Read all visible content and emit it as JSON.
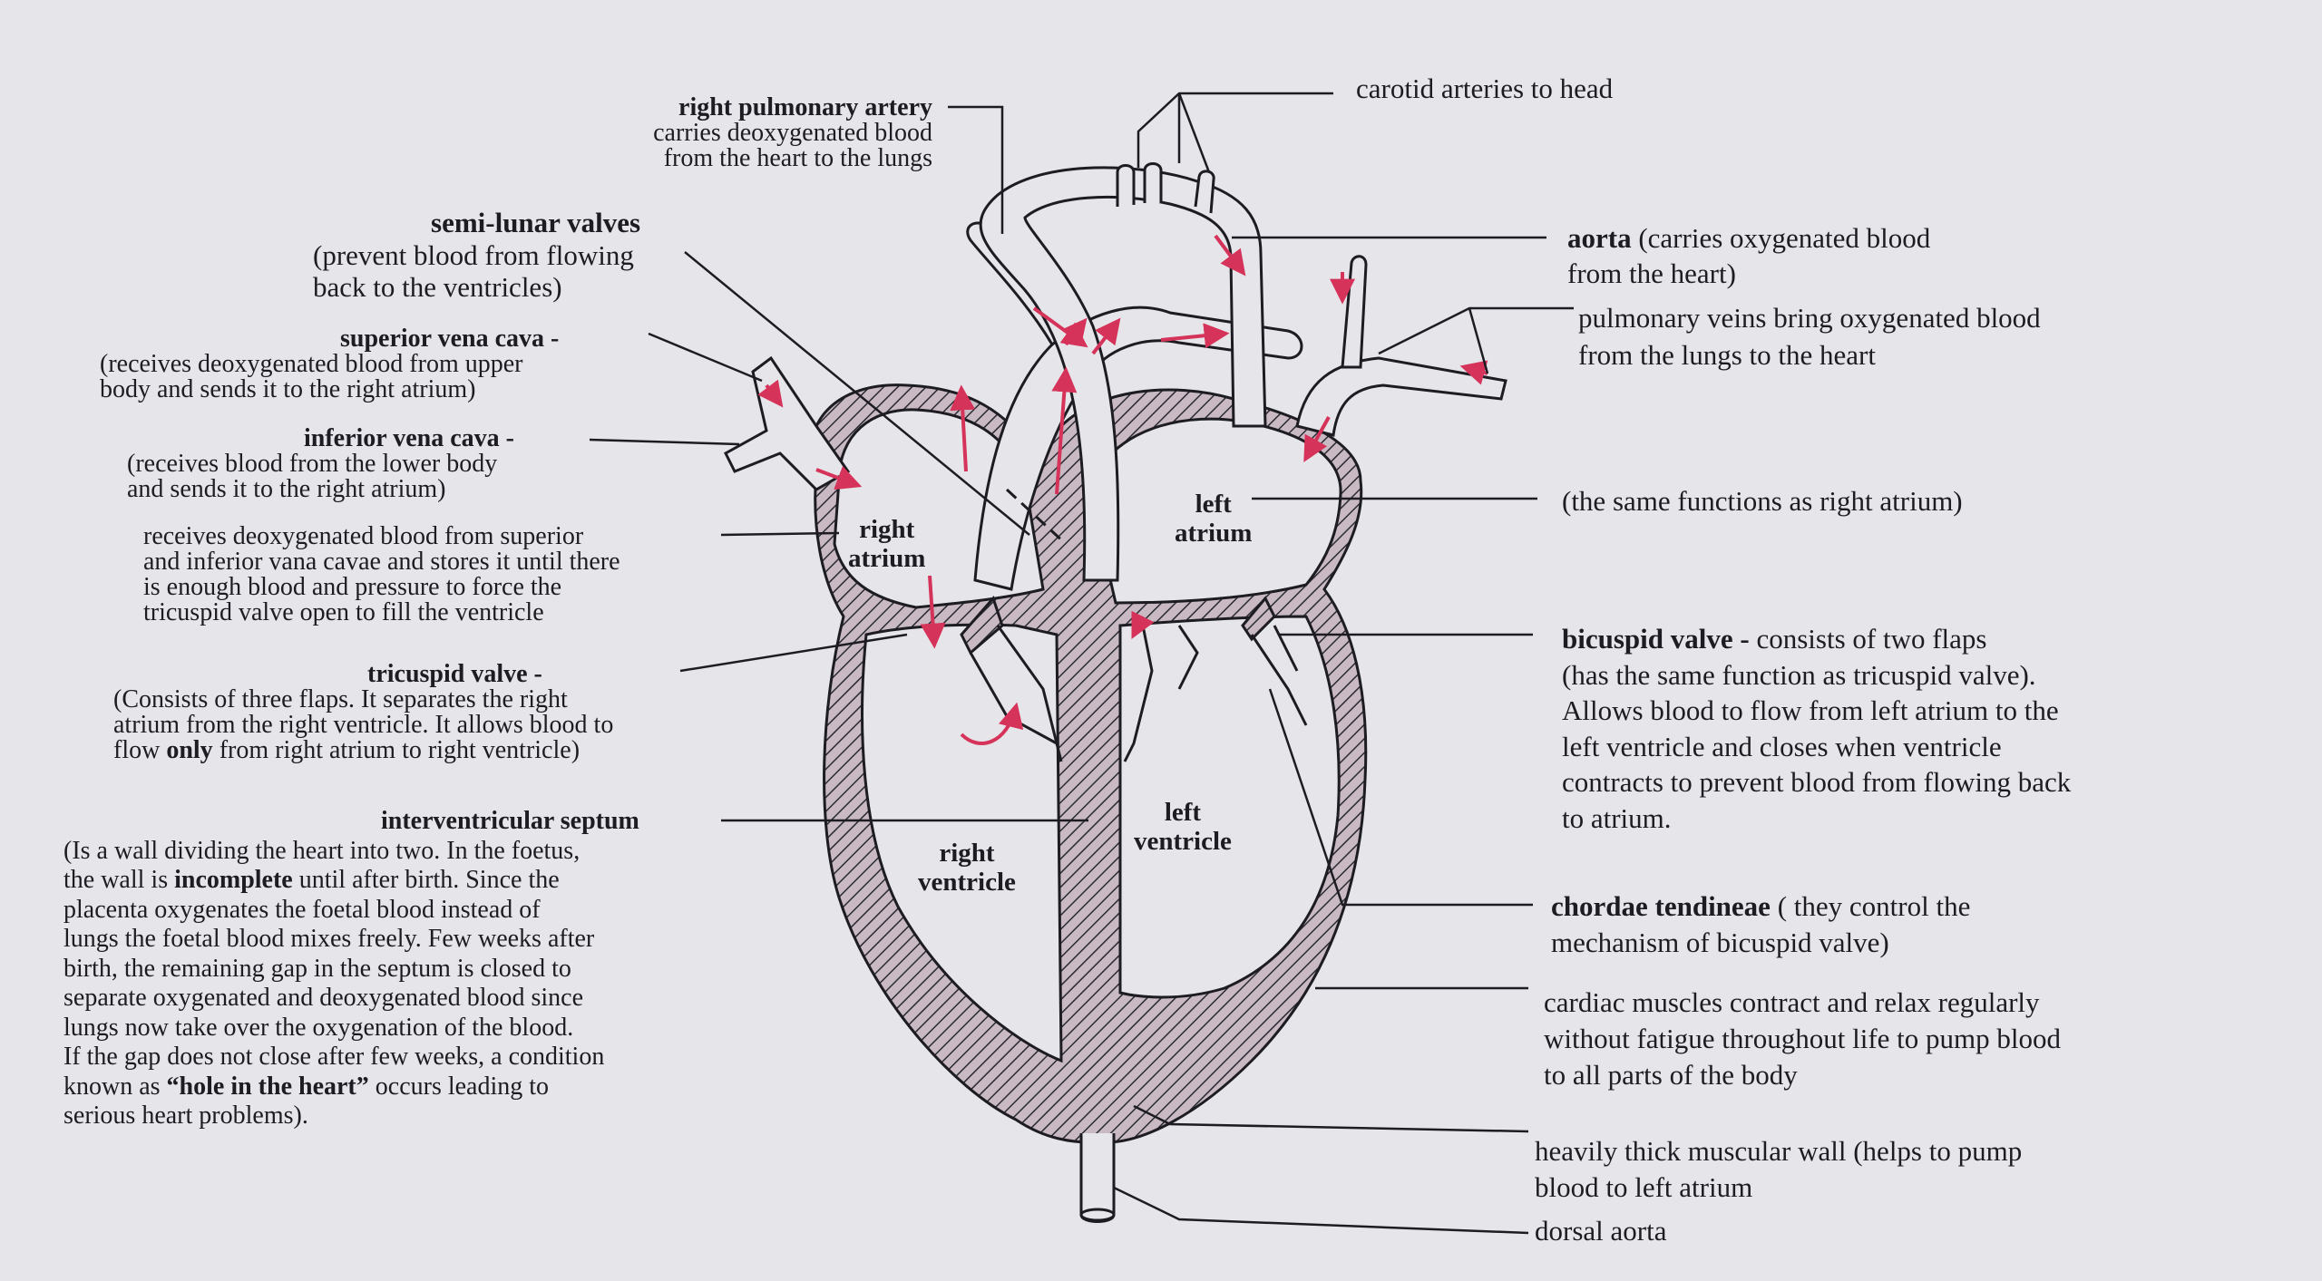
{
  "diagram": {
    "colors": {
      "background": "#e6e5ea",
      "ink": "#1c1c22",
      "wall_fill": "#c8b9c2",
      "arrow_red": "#d6335a"
    },
    "labels": {
      "carotid": "carotid arteries to head",
      "rpa_title": "right pulmonary artery",
      "rpa_line1": "carries deoxygenated blood",
      "rpa_line2": "from the heart to the lungs",
      "semilunar_title": "semi-lunar valves",
      "semilunar_line1": "(prevent blood from flowing",
      "semilunar_line2": "back to the ventricles)",
      "svc_title": "superior vena cava -",
      "svc_line1": "(receives deoxygenated blood from upper",
      "svc_line2": "body and sends it to the right atrium)",
      "ivc_title": "inferior vena cava -",
      "ivc_line1": "(receives blood from the lower body",
      "ivc_line2": "and sends it to the right atrium)",
      "ra_desc_line1": "receives deoxygenated blood from superior",
      "ra_desc_line2": "and inferior vana cavae and stores it until there",
      "ra_desc_line3": "is enough blood and pressure to force the",
      "ra_desc_line4": "tricuspid valve open to fill the ventricle",
      "tricuspid_title": "tricuspid valve -",
      "tricuspid_line1": "(Consists of three flaps. It separates the right",
      "tricuspid_line2": "atrium from the right ventricle. It allows blood to",
      "tricuspid_line3_pre": "flow ",
      "tricuspid_line3_bold": "only",
      "tricuspid_line3_post": " from right atrium to right ventricle)",
      "septum_title": "interventricular septum",
      "septum_line1": "(Is a wall dividing the heart into two. In the foetus,",
      "septum_line2_pre": "the wall is ",
      "septum_line2_bold": "incomplete",
      "septum_line2_post": "  until after birth. Since the",
      "septum_line3": "placenta oxygenates the  foetal blood instead of",
      "septum_line4": "lungs the foetal blood mixes freely. Few weeks after",
      "septum_line5": "birth, the remaining gap in the septum is closed to",
      "septum_line6": "separate  oxygenated and deoxygenated blood since",
      "septum_line7": "lungs now  take over the oxygenation of the blood.",
      "septum_line8": "If the gap does not close after few weeks, a condition",
      "septum_line9_pre": "known as ",
      "septum_line9_bold": "“hole in the  heart”",
      "septum_line9_post": "  occurs leading to",
      "septum_line10": "serious heart problems).",
      "aorta_title": "aorta",
      "aorta_line1_rest": " (carries oxygenated blood",
      "aorta_line2": "from the heart)",
      "pulmveins_line1": "pulmonary veins bring oxygenated blood",
      "pulmveins_line2": "from the lungs to the heart",
      "la_desc": "(the same functions as right atrium)",
      "bicuspid_title": "bicuspid valve -",
      "bicuspid_line1_rest": " consists of two flaps",
      "bicuspid_line2": "(has the same function as tricuspid valve).",
      "bicuspid_line3": "Allows blood to flow from left atrium to the",
      "bicuspid_line4": "left ventricle and closes when ventricle",
      "bicuspid_line5": "contracts to prevent blood from flowing back",
      "bicuspid_line6": "to atrium.",
      "chordae_title": "chordae tendineae",
      "chordae_line1_rest": " ( they control the",
      "chordae_line2": "mechanism of bicuspid valve)",
      "cardiac_line1": "cardiac muscles contract and relax regularly",
      "cardiac_line2": "without fatigue throughout life to pump blood",
      "cardiac_line3": "to all parts of the body",
      "wall_line1": "heavily thick muscular wall (helps to pump",
      "wall_line2": "blood to left atrium",
      "dorsal": "dorsal aorta",
      "ra_1": "right",
      "ra_2": "atrium",
      "la_1": "left",
      "la_2": "atrium",
      "rv_1": "right",
      "rv_2": "ventricle",
      "lv_1": "left",
      "lv_2": "ventricle"
    }
  }
}
